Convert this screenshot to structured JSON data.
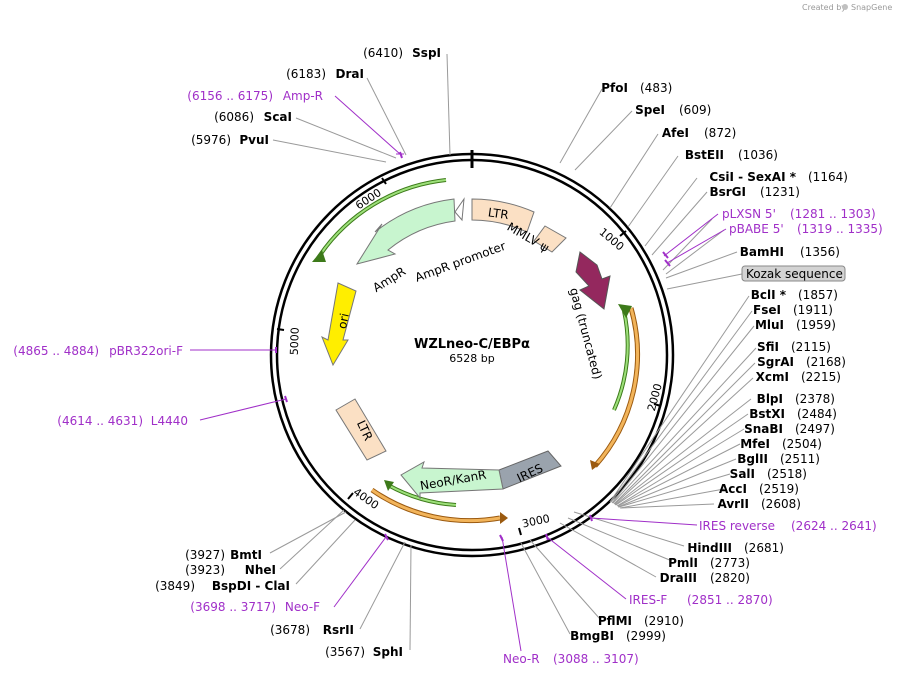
{
  "credit": {
    "text": "Created by",
    "brand": "SnapGene"
  },
  "plasmid": {
    "name": "WZLneo-C/EBPα",
    "length_label": "6528 bp"
  },
  "colors": {
    "primer": "#a02fc8",
    "ltr": "#fbe0c4",
    "ampr": "#c8f5cf",
    "ori": "#ffee00",
    "gag": "#94285e",
    "ires": "#9aa3ad",
    "neo": "#c8f5cf",
    "orf_green": "#5aa02c",
    "orf_orange": "#e89a2a",
    "kozak_bg": "#d3d3d3"
  },
  "ticks": [
    "1000",
    "2000",
    "3000",
    "4000",
    "5000",
    "6000"
  ],
  "features": {
    "ltr_top": "LTR",
    "mmlv": "MMLV ψ",
    "ampr_promoter": "AmpR promoter",
    "ampr": "AmpR",
    "ori": "ori",
    "gag": "gag (truncated)",
    "ltr_bottom": "LTR",
    "ires": "IRES",
    "neo": "NeoR/KanR"
  },
  "enzymes_left_top": [
    {
      "pos": "(6410)",
      "name": "SspI"
    },
    {
      "pos": "(6183)",
      "name": "DraI"
    },
    {
      "pos": "(6086)",
      "name": "ScaI"
    },
    {
      "pos": "(5976)",
      "name": "PvuI"
    }
  ],
  "primers_left": [
    {
      "range": "(6156 .. 6175)",
      "name": "Amp-R"
    },
    {
      "range": "(4865 .. 4884)",
      "name": "pBR322ori-F"
    },
    {
      "range": "(4614 .. 4631)",
      "name": "L4440"
    }
  ],
  "enzymes_right": [
    {
      "name": "PfoI",
      "pos": "(483)"
    },
    {
      "name": "SpeI",
      "pos": "(609)"
    },
    {
      "name": "AfeI",
      "pos": "(872)"
    },
    {
      "name": "BstEII",
      "pos": "(1036)"
    },
    {
      "name": "CsiI  -  SexAI *",
      "pos": "(1164)"
    },
    {
      "name": "BsrGI",
      "pos": "(1231)"
    }
  ],
  "primers_right_top": [
    {
      "name": "pLXSN 5'",
      "range": "(1281 .. 1303)"
    },
    {
      "name": "pBABE 5'",
      "range": "(1319 .. 1335)"
    }
  ],
  "bamhi": {
    "name": "BamHI",
    "pos": "(1356)"
  },
  "kozak": "Kozak sequence",
  "enzymes_right_mid": [
    {
      "name": "BclI *",
      "pos": "(1857)"
    },
    {
      "name": "FseI",
      "pos": "(1911)"
    },
    {
      "name": "MluI",
      "pos": "(1959)"
    },
    {
      "name": "SfiI",
      "pos": "(2115)"
    },
    {
      "name": "SgrAI",
      "pos": "(2168)"
    },
    {
      "name": "XcmI",
      "pos": "(2215)"
    },
    {
      "name": "BlpI",
      "pos": "(2378)"
    },
    {
      "name": "BstXI",
      "pos": "(2484)"
    },
    {
      "name": "SnaBI",
      "pos": "(2497)"
    },
    {
      "name": "MfeI",
      "pos": "(2504)"
    },
    {
      "name": "BglII",
      "pos": "(2511)"
    },
    {
      "name": "SalI",
      "pos": "(2518)"
    },
    {
      "name": "AccI",
      "pos": "(2519)"
    },
    {
      "name": "AvrII",
      "pos": "(2608)"
    }
  ],
  "primer_ires_reverse": {
    "name": "IRES reverse",
    "range": "(2624 .. 2641)"
  },
  "enzymes_right_low": [
    {
      "name": "HindIII",
      "pos": "(2681)"
    },
    {
      "name": "PmlI",
      "pos": "(2773)"
    },
    {
      "name": "DraIII",
      "pos": "(2820)"
    }
  ],
  "primer_ires_f": {
    "name": "IRES-F",
    "range": "(2851 .. 2870)"
  },
  "enzymes_bottom_right": [
    {
      "name": "PflMI",
      "pos": "(2910)"
    },
    {
      "name": "BmgBI",
      "pos": "(2999)"
    }
  ],
  "primer_neo_r": {
    "name": "Neo-R",
    "range": "(3088 .. 3107)"
  },
  "enzymes_left_bottom": [
    {
      "pos": "(3927)",
      "name": "BmtI"
    },
    {
      "pos": "(3923)",
      "name": "NheI"
    },
    {
      "pos": "(3849)",
      "name": "BspDI  -  ClaI"
    }
  ],
  "primer_neo_f": {
    "range": "(3698 .. 3717)",
    "name": "Neo-F"
  },
  "enzymes_left_lowest": [
    {
      "pos": "(3678)",
      "name": "RsrII"
    },
    {
      "pos": "(3567)",
      "name": "SphI"
    }
  ]
}
